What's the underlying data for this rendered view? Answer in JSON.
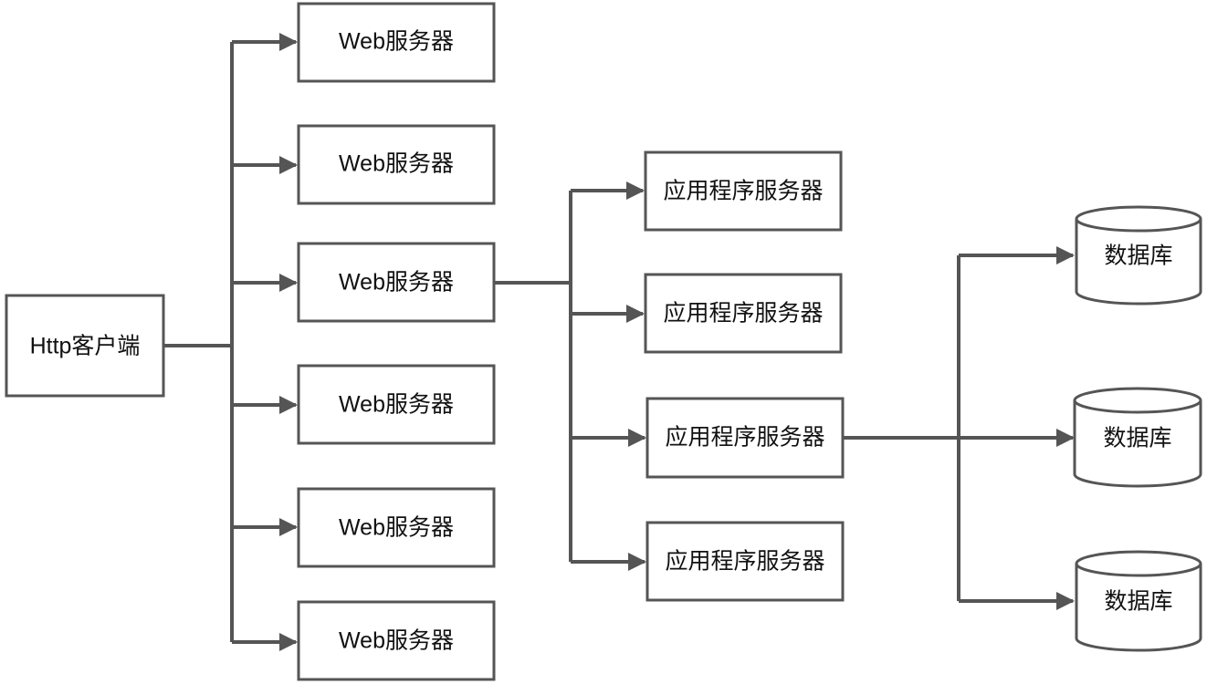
{
  "diagram": {
    "client": {
      "label": "Http客户端"
    },
    "web_servers": [
      {
        "label": "Web服务器"
      },
      {
        "label": "Web服务器"
      },
      {
        "label": "Web服务器"
      },
      {
        "label": "Web服务器"
      },
      {
        "label": "Web服务器"
      },
      {
        "label": "Web服务器"
      }
    ],
    "app_servers": [
      {
        "label": "应用程序服务器"
      },
      {
        "label": "应用程序服务器"
      },
      {
        "label": "应用程序服务器"
      },
      {
        "label": "应用程序服务器"
      }
    ],
    "databases": [
      {
        "label": "数据库"
      },
      {
        "label": "数据库"
      },
      {
        "label": "数据库"
      }
    ]
  },
  "colors": {
    "stroke": "#555555",
    "text": "#111111",
    "fill": "#ffffff"
  }
}
